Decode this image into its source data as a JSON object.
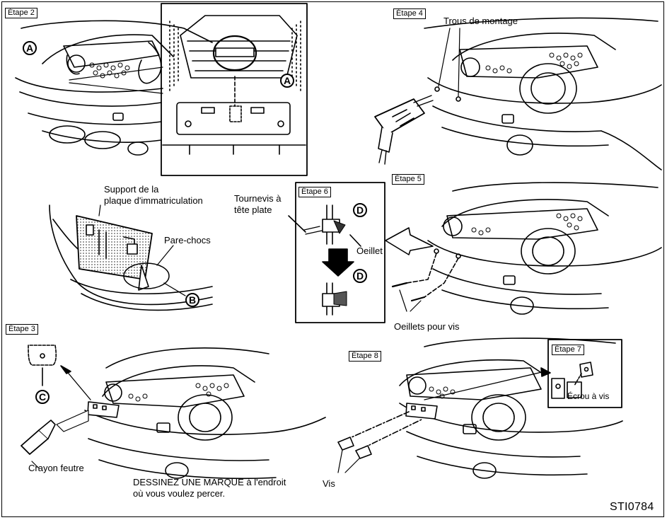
{
  "steps": {
    "s2": "Étape 2",
    "s3": "Étape 3",
    "s4": "Étape 4",
    "s5": "Étape 5",
    "s6": "Étape 6",
    "s7": "Étape 7",
    "s8": "Étape 8"
  },
  "labels": {
    "mounting_holes": "Trous de montage",
    "plate_support_line1": "Support de la",
    "plate_support_line2": "plaque d'immatriculation",
    "bumper": "Pare-chocs",
    "screwdriver_line1": "Tournevis à",
    "screwdriver_line2": "tête plate",
    "grommet": "Oeillet",
    "screw_grommets": "Oeillets pour vis",
    "felt_pen": "Crayon feutre",
    "mark_line1": "DESSINEZ UNE MARQUE à l'endroit",
    "mark_line2": "où vous voulez percer.",
    "screws": "Vis",
    "screw_nut": "Écrou à vis"
  },
  "callouts": {
    "a": "A",
    "b": "B",
    "c": "C",
    "d": "D"
  },
  "figure_code": "STI0784"
}
